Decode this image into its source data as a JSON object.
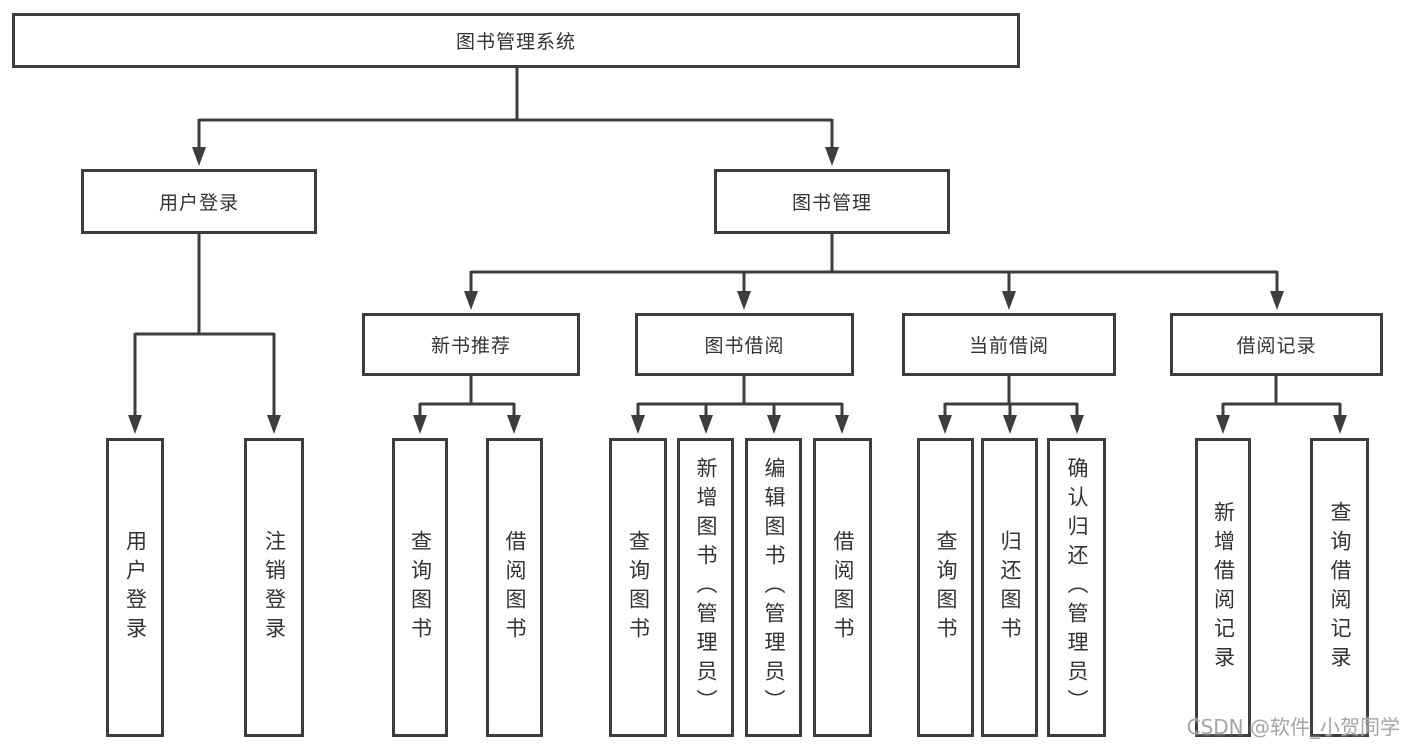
{
  "diagram_type": "hierarchy-tree",
  "tree": {
    "label": "图书管理系统",
    "children": [
      {
        "label": "用户登录",
        "children": [
          {
            "label": "用户登录"
          },
          {
            "label": "注销登录"
          }
        ]
      },
      {
        "label": "图书管理",
        "children": [
          {
            "label": "新书推荐",
            "children": [
              {
                "label": "查询图书"
              },
              {
                "label": "借阅图书"
              }
            ]
          },
          {
            "label": "图书借阅",
            "children": [
              {
                "label": "查询图书"
              },
              {
                "label": "新增图书（管理员）"
              },
              {
                "label": "编辑图书（管理员）"
              },
              {
                "label": "借阅图书"
              }
            ]
          },
          {
            "label": "当前借阅",
            "children": [
              {
                "label": "查询图书"
              },
              {
                "label": "归还图书"
              },
              {
                "label": "确认归还（管理员）"
              }
            ]
          },
          {
            "label": "借阅记录",
            "children": [
              {
                "label": "新增借阅记录"
              },
              {
                "label": "查询借阅记录"
              }
            ]
          }
        ]
      }
    ]
  },
  "watermark": "CSDN @软件_小贺同学",
  "colors": {
    "line": "#3d3d3d",
    "text": "#333333",
    "watermark": "#a5a5a5",
    "background": "#ffffff"
  }
}
